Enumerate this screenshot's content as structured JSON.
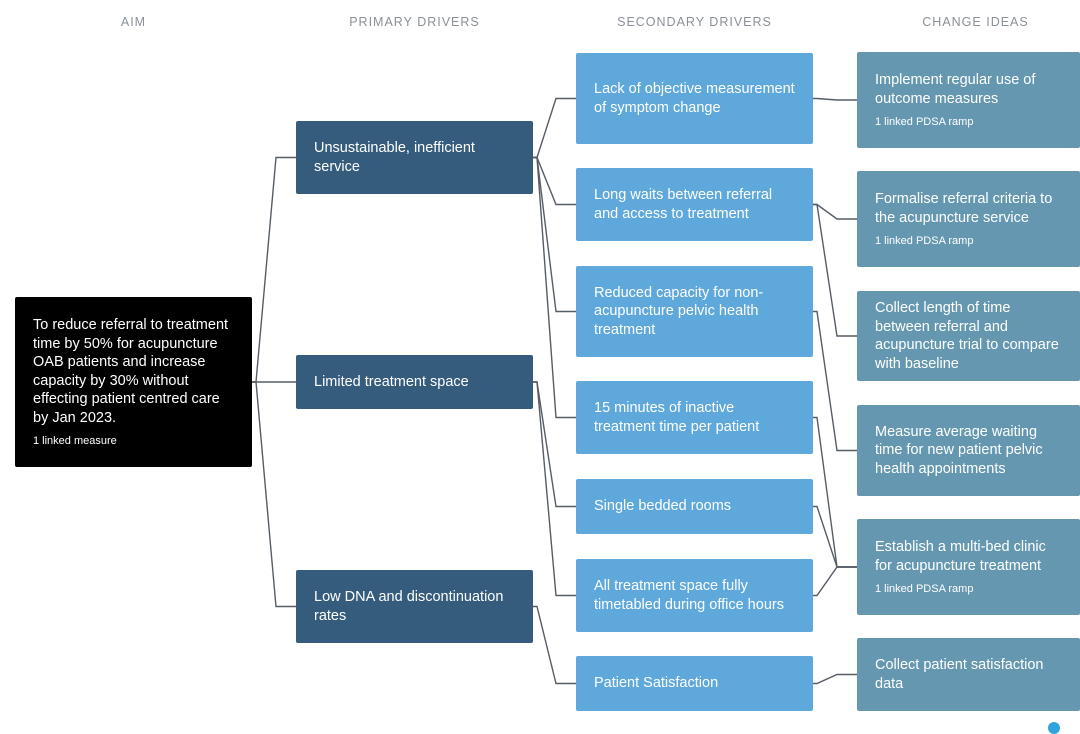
{
  "columns": {
    "aim": "AIM",
    "primary": "PRIMARY DRIVERS",
    "secondary": "SECONDARY DRIVERS",
    "change": "CHANGE IDEAS"
  },
  "aim": {
    "text": "To reduce referral to treatment time by 50% for acupuncture OAB patients and increase capacity by 30% without effecting patient centred care by Jan 2023.",
    "meta": "1 linked measure"
  },
  "primary": [
    {
      "id": "p1",
      "text": "Unsustainable, inefficient service"
    },
    {
      "id": "p2",
      "text": "Limited treatment space"
    },
    {
      "id": "p3",
      "text": "Low DNA and discontinuation rates"
    }
  ],
  "secondary": [
    {
      "id": "s1",
      "text": "Lack of objective measurement of symptom change"
    },
    {
      "id": "s2",
      "text": "Long waits between referral and access to treatment"
    },
    {
      "id": "s3",
      "text": "Reduced capacity for non-acupuncture pelvic health treatment"
    },
    {
      "id": "s4",
      "text": "15 minutes of inactive treatment time per patient"
    },
    {
      "id": "s5",
      "text": "Single bedded rooms"
    },
    {
      "id": "s6",
      "text": "All treatment space fully timetabled during office hours"
    },
    {
      "id": "s7",
      "text": "Patient Satisfaction"
    }
  ],
  "change": [
    {
      "id": "c1",
      "text": "Implement regular use of outcome measures",
      "meta": "1 linked PDSA ramp"
    },
    {
      "id": "c2",
      "text": "Formalise referral criteria to the acupuncture service",
      "meta": "1 linked PDSA ramp"
    },
    {
      "id": "c3",
      "text": "Collect length of time between referral and acupuncture trial to compare with baseline",
      "meta": ""
    },
    {
      "id": "c4",
      "text": "Measure average waiting time for new patient pelvic health appointments",
      "meta": ""
    },
    {
      "id": "c5",
      "text": "Establish a multi-bed clinic for acupuncture treatment",
      "meta": "1 linked PDSA ramp"
    },
    {
      "id": "c6",
      "text": "Collect patient satisfaction data",
      "meta": ""
    }
  ],
  "links": [
    [
      "aim",
      "p1"
    ],
    [
      "aim",
      "p2"
    ],
    [
      "aim",
      "p3"
    ],
    [
      "p1",
      "s1"
    ],
    [
      "p1",
      "s2"
    ],
    [
      "p1",
      "s3"
    ],
    [
      "p1",
      "s4"
    ],
    [
      "p2",
      "s5"
    ],
    [
      "p2",
      "s6"
    ],
    [
      "p3",
      "s7"
    ],
    [
      "s1",
      "c1"
    ],
    [
      "s2",
      "c2"
    ],
    [
      "s2",
      "c3"
    ],
    [
      "s3",
      "c4"
    ],
    [
      "s4",
      "c5"
    ],
    [
      "s5",
      "c5"
    ],
    [
      "s6",
      "c5"
    ],
    [
      "s7",
      "c6"
    ]
  ]
}
